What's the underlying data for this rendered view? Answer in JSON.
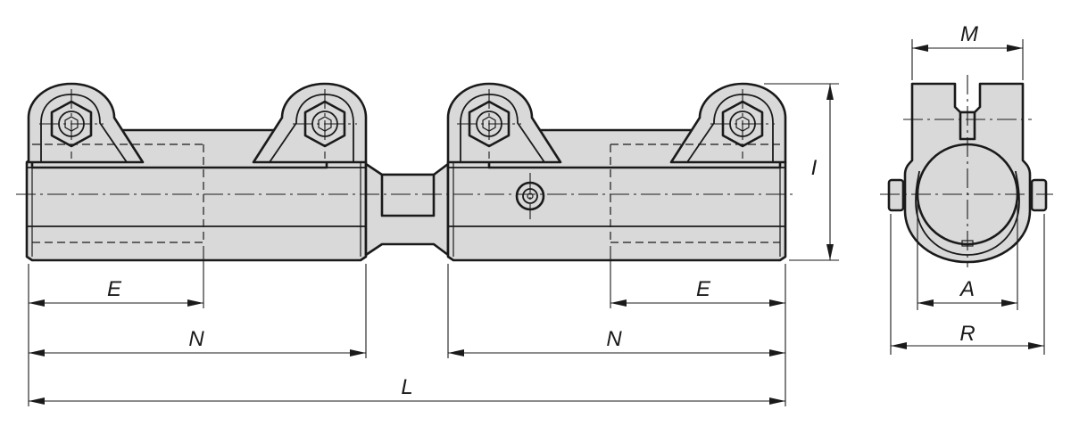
{
  "labels": {
    "E_left": "E",
    "N_left": "N",
    "N_right": "N",
    "E_right": "E",
    "L": "L",
    "I": "I",
    "M": "M",
    "A": "A",
    "R": "R"
  },
  "colors": {
    "fill": "#d9d9d9",
    "line": "#1a1a1a"
  }
}
